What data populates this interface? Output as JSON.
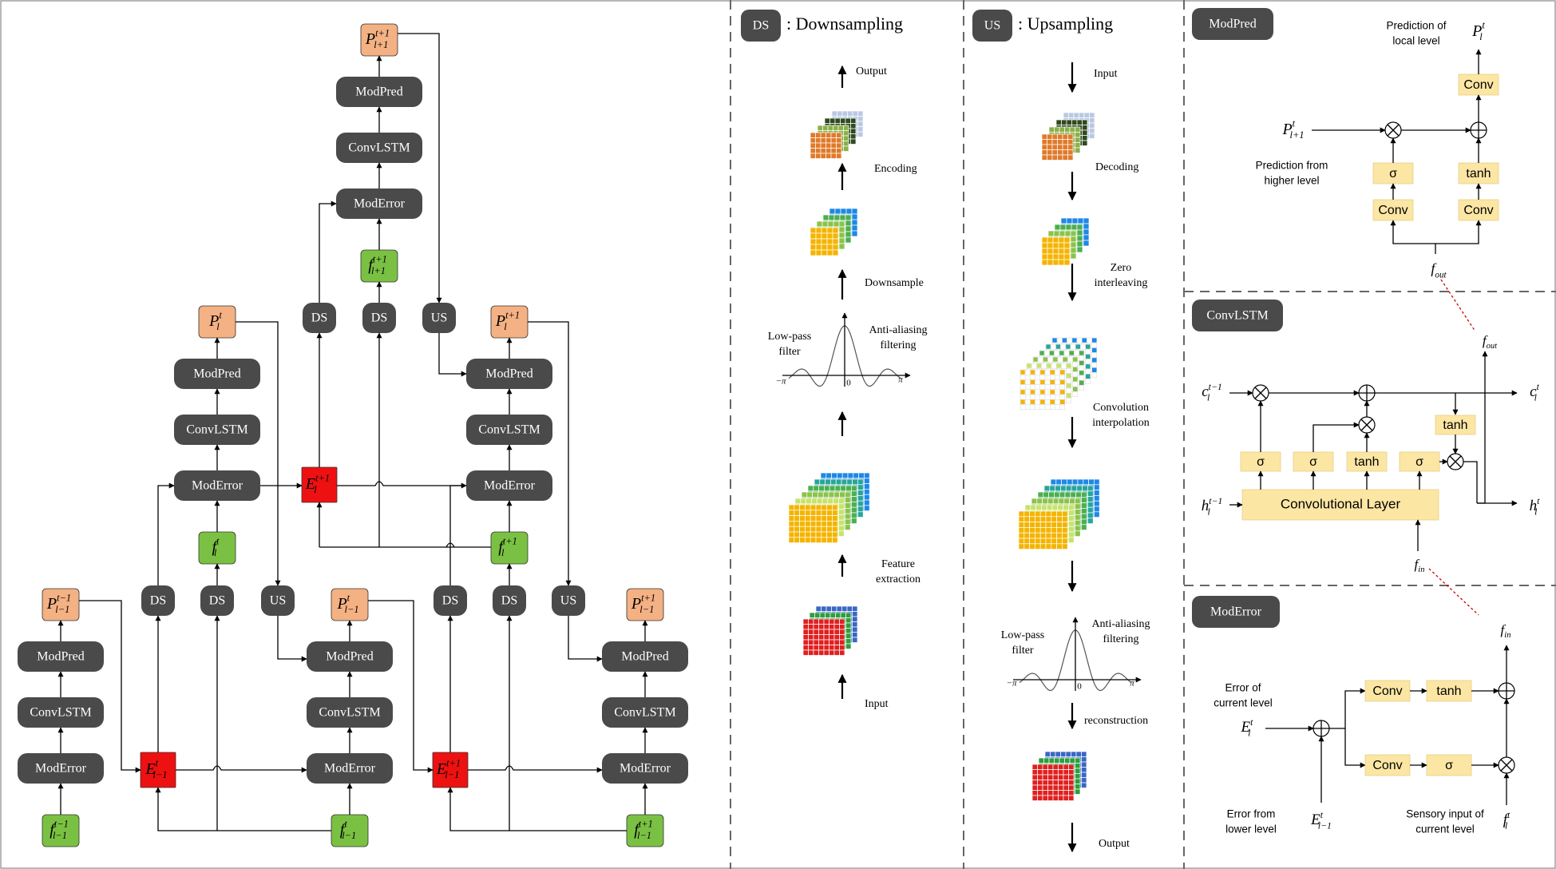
{
  "colors": {
    "node_dark": "#4a4a4a",
    "node_text": "#ffffff",
    "pred": "#f4b183",
    "feature": "#7ac143",
    "error": "#ee1111",
    "box_yellow": "#fce6a4",
    "line": "#000000",
    "dash": "#666666",
    "red_dot": "#cc0000"
  },
  "main_diagram": {
    "modpred": "ModPred",
    "convlstm": "ConvLSTM",
    "moderror": "ModError",
    "ds": "DS",
    "us": "US",
    "p_sym": "P",
    "f_sym": "f",
    "e_sym": "E",
    "sub_l": "l",
    "sub_lm1": "l−1",
    "sub_lp1": "l+1",
    "sup_t": "t",
    "sup_tm1": "t−1",
    "sup_tp1": "t+1"
  },
  "downsampling": {
    "badge": "DS",
    "title": ": Downsampling",
    "output": "Output",
    "encoding": "Encoding",
    "downsample": "Downsample",
    "lowpass": [
      "Low-pass",
      "filter"
    ],
    "antialias": [
      "Anti-aliasing",
      "filtering"
    ],
    "axis": [
      "−π",
      "0",
      "π"
    ],
    "feature": [
      "Feature",
      "extraction"
    ],
    "input": "Input"
  },
  "upsampling": {
    "badge": "US",
    "title": ": Upsampling",
    "input": "Input",
    "decoding": "Decoding",
    "zero": [
      "Zero",
      "interleaving"
    ],
    "conv_interp": [
      "Convolution",
      "interpolation"
    ],
    "lowpass": [
      "Low-pass",
      "filter"
    ],
    "antialias": [
      "Anti-aliasing",
      "filtering"
    ],
    "axis": [
      "−π",
      "0",
      "π"
    ],
    "reconstruction": "reconstruction",
    "output": "Output"
  },
  "modpred_panel": {
    "badge": "ModPred",
    "pred_local": [
      "Prediction of",
      "local level"
    ],
    "pred_higher": [
      "Prediction from",
      "higher level"
    ],
    "conv": "Conv",
    "sigma": "σ",
    "tanh": "tanh",
    "f_out": "f",
    "out_sub": "out"
  },
  "convlstm_panel": {
    "badge": "ConvLSTM",
    "conv_layer": "Convolutional Layer",
    "sigma": "σ",
    "tanh": "tanh",
    "c_sym": "c",
    "h_sym": "h",
    "f_sym": "f",
    "out_sub": "out",
    "in_sub": "in"
  },
  "moderror_panel": {
    "badge": "ModError",
    "err_current": [
      "Error of",
      "current level"
    ],
    "err_lower": [
      "Error from",
      "lower level"
    ],
    "sensory": [
      "Sensory input of",
      "current  level"
    ],
    "conv": "Conv",
    "tanh": "tanh",
    "sigma": "σ",
    "f_sym": "f",
    "in_sub": "in"
  }
}
